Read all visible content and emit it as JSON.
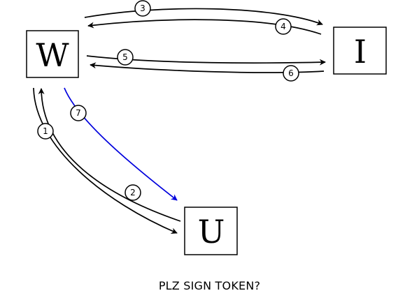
{
  "diagram": {
    "nodes": [
      {
        "id": "W",
        "label": "W"
      },
      {
        "id": "I",
        "label": "I"
      },
      {
        "id": "U",
        "label": "U"
      }
    ],
    "edges": [
      {
        "step": "1",
        "from": "W",
        "to": "U",
        "color": "#000000"
      },
      {
        "step": "2",
        "from": "U",
        "to": "W",
        "color": "#000000"
      },
      {
        "step": "3",
        "from": "W",
        "to": "I",
        "color": "#000000"
      },
      {
        "step": "4",
        "from": "I",
        "to": "W",
        "color": "#000000"
      },
      {
        "step": "5",
        "from": "W",
        "to": "I",
        "color": "#000000"
      },
      {
        "step": "6",
        "from": "I",
        "to": "W",
        "color": "#000000"
      },
      {
        "step": "7",
        "from": "W",
        "to": "U",
        "color": "#0000dd"
      }
    ],
    "caption": "PLZ SIGN TOKEN?"
  }
}
